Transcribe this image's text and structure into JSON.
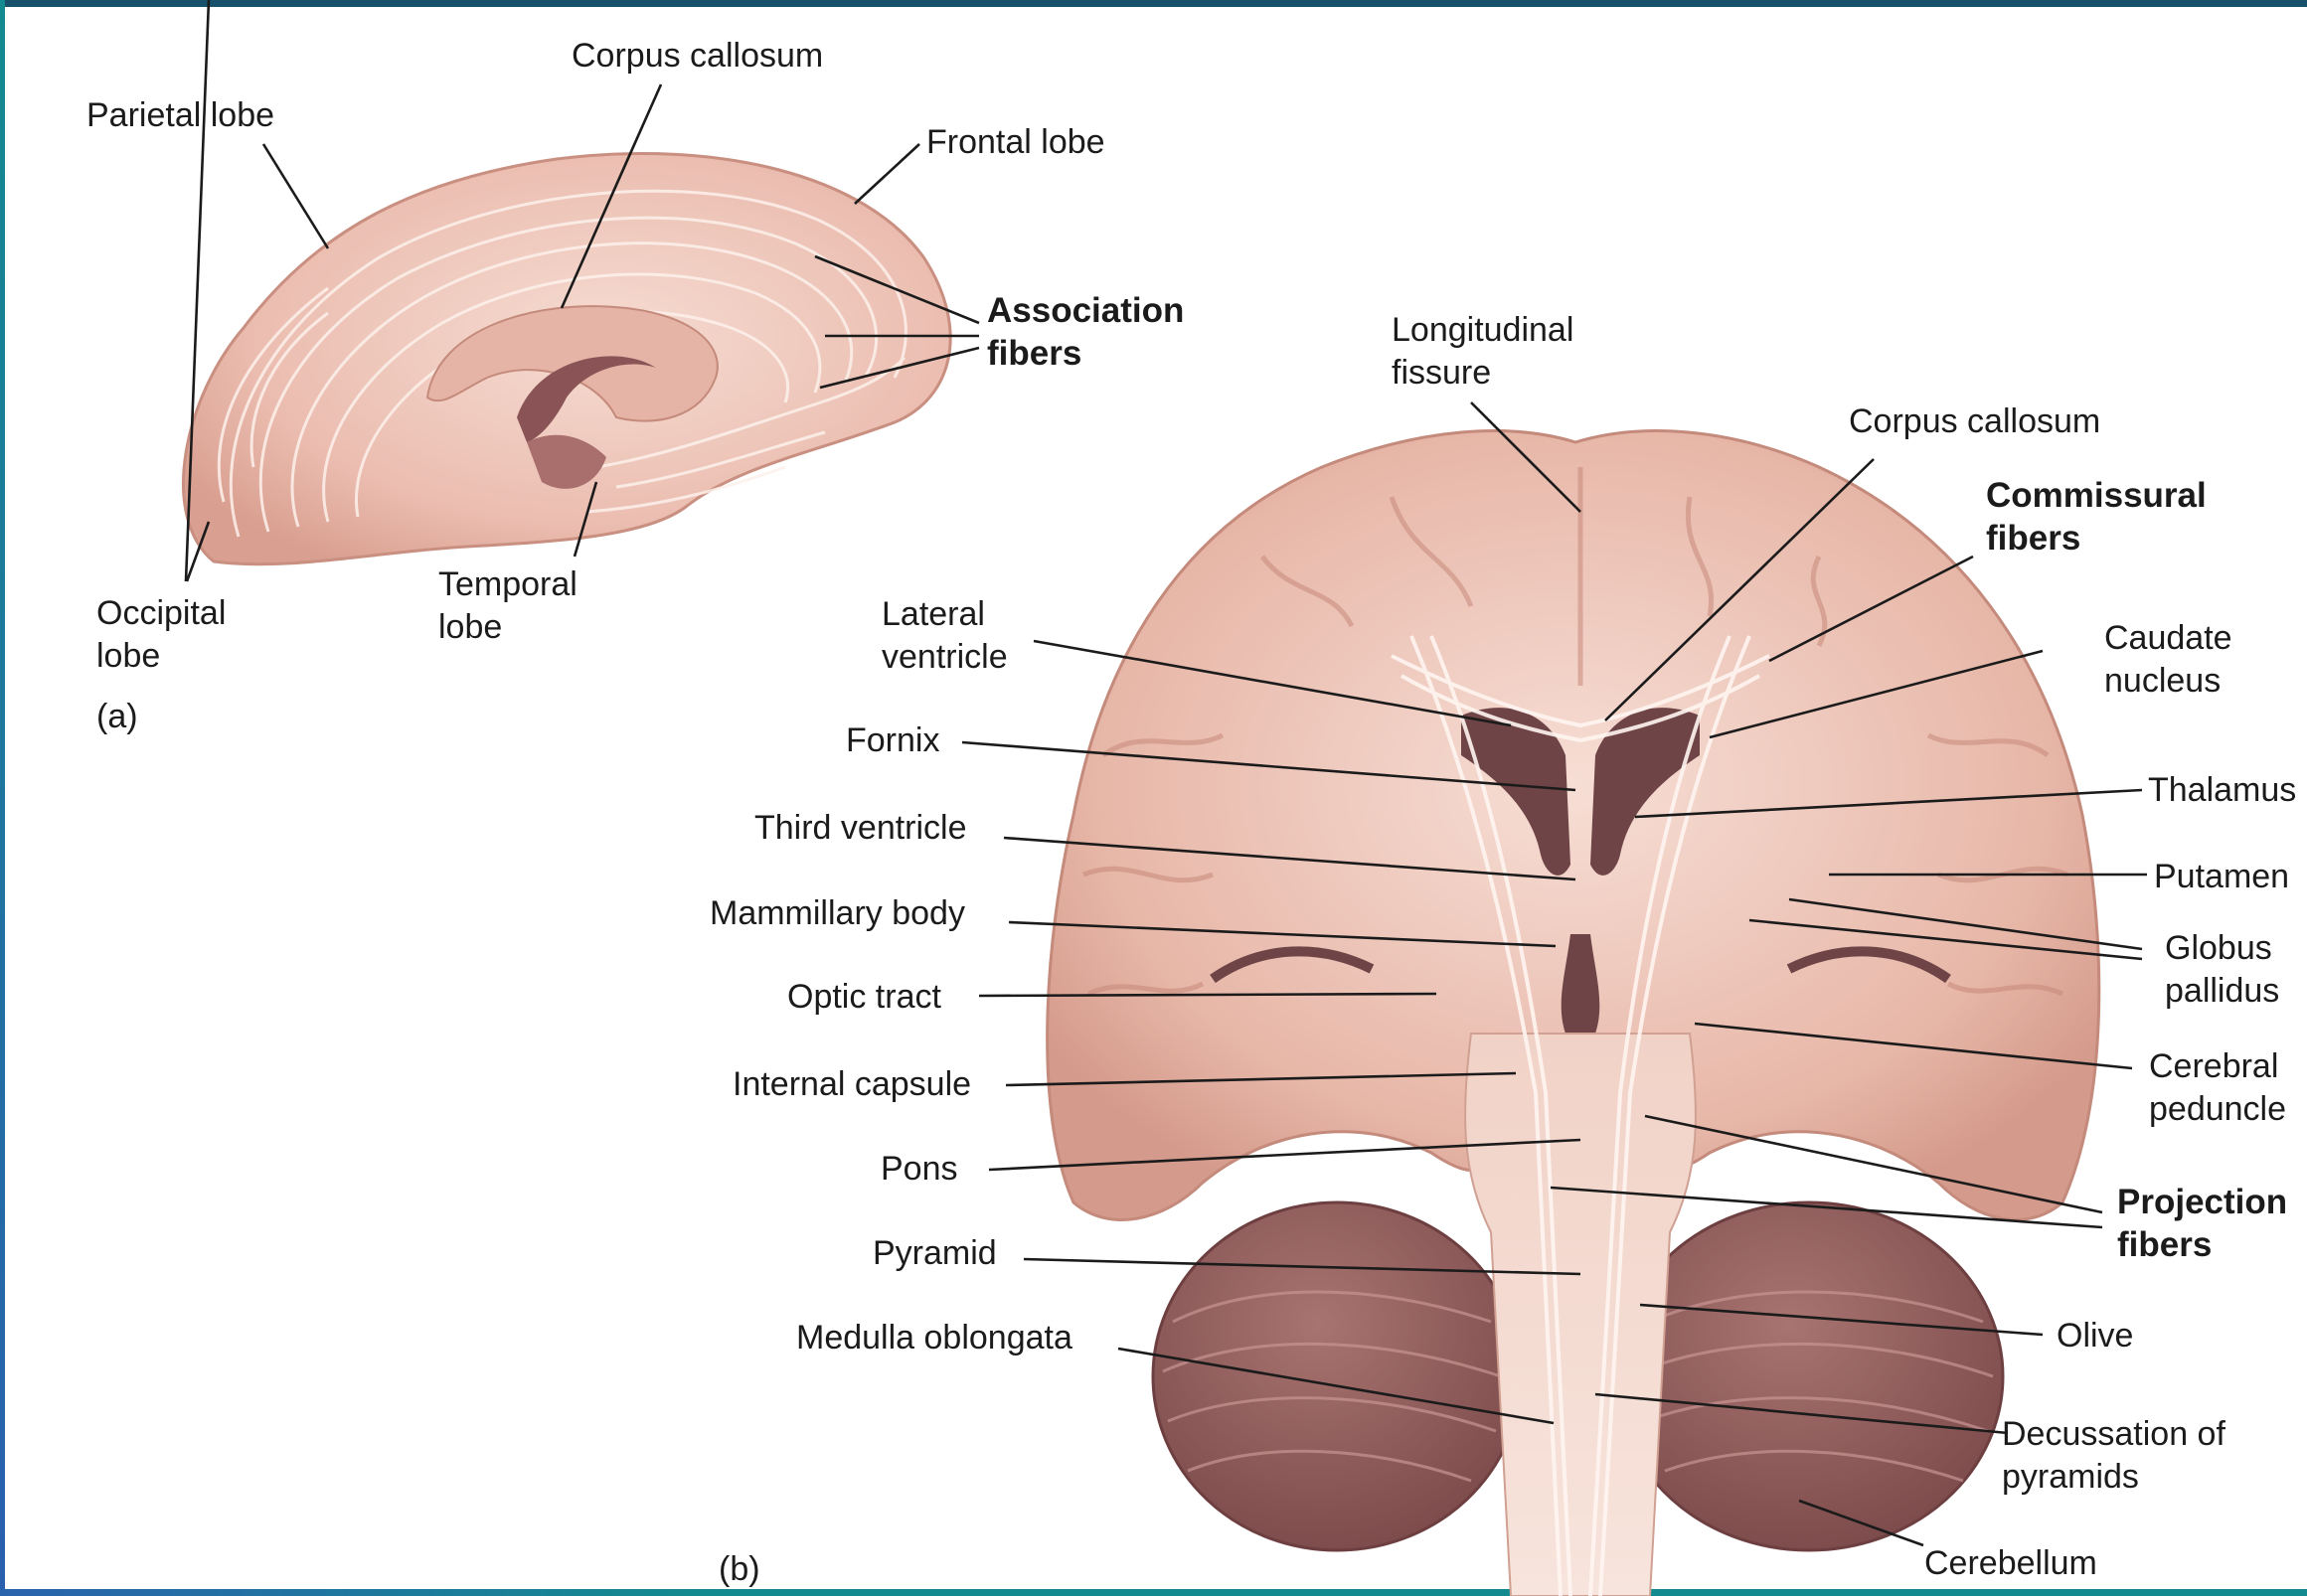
{
  "figure": {
    "panel_a": {
      "tag": "(a)",
      "labels": {
        "parietal": "Parietal lobe",
        "corpus_callosum": "Corpus callosum",
        "frontal": "Frontal lobe",
        "association_1": "Association",
        "association_2": "fibers",
        "occipital_1": "Occipital",
        "occipital_2": "lobe",
        "temporal_1": "Temporal",
        "temporal_2": "lobe"
      }
    },
    "panel_b": {
      "tag": "(b)",
      "labels": {
        "longitudinal_1": "Longitudinal",
        "longitudinal_2": "fissure",
        "corpus_callosum": "Corpus callosum",
        "commissural_1": "Commissural",
        "commissural_2": "fibers",
        "lateral_1": "Lateral",
        "lateral_2": "ventricle",
        "caudate_1": "Caudate",
        "caudate_2": "nucleus",
        "fornix": "Fornix",
        "thalamus": "Thalamus",
        "third_ventricle": "Third ventricle",
        "putamen": "Putamen",
        "mammillary": "Mammillary body",
        "globus_1": "Globus",
        "globus_2": "pallidus",
        "optic_tract": "Optic tract",
        "cerebral_1": "Cerebral",
        "cerebral_2": "peduncle",
        "internal_capsule": "Internal capsule",
        "pons": "Pons",
        "projection_1": "Projection",
        "projection_2": "fibers",
        "pyramid": "Pyramid",
        "olive": "Olive",
        "medulla": "Medulla oblongata",
        "decussation_1": "Decussation of",
        "decussation_2": "pyramids",
        "cerebellum": "Cerebellum"
      }
    },
    "colors": {
      "tissue_light": "#f2cfc4",
      "tissue_mid": "#e3b2a4",
      "cortex": "#d9a493",
      "cerebellum": "#8e5a58",
      "ventricle": "#6e4446",
      "fibers": "#fff3ee",
      "leader": "#1b1b1b",
      "frame": "#17506a"
    }
  }
}
